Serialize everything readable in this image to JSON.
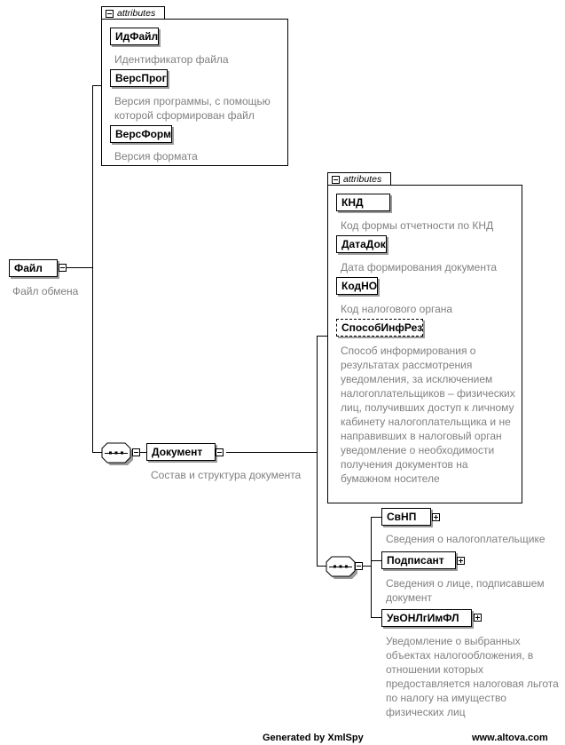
{
  "attrs_label": "attributes",
  "root": {
    "name": "Файл",
    "desc": "Файл обмена"
  },
  "root_attrs": [
    {
      "name": "ИдФайл",
      "desc": "Идентификатор файла"
    },
    {
      "name": "ВерсПрог",
      "desc": "Версия программы, с помощью которой сформирован файл"
    },
    {
      "name": "ВерсФорм",
      "desc": "Версия формата"
    }
  ],
  "document": {
    "name": "Документ",
    "desc": "Состав и структура документа"
  },
  "doc_attrs": [
    {
      "name": "КНД",
      "desc": "Код формы отчетности по КНД"
    },
    {
      "name": "ДатаДок",
      "desc": "Дата формирования документа"
    },
    {
      "name": "КодНО",
      "desc": "Код налогового органа"
    },
    {
      "name": "СпособИнфРез",
      "desc": "Способ информирования о результатах рассмотрения уведомления, за исключением налогоплательщиков – физических лиц, получивших доступ к личному кабинету налогоплательщика и не направивших в налоговый орган уведомление о необходимости получения документов на бумажном носителе"
    }
  ],
  "children": [
    {
      "name": "СвНП",
      "desc": "Сведения о налогоплательщике"
    },
    {
      "name": "Подписант",
      "desc": "Сведения о лице, подписавшем документ"
    },
    {
      "name": "УвОНЛгИмФЛ",
      "desc": "Уведомление о выбранных объектах налогообложения, в отношении которых предоставляется налоговая льгота по налогу на имущество физических лиц"
    }
  ],
  "footer": {
    "left": "Generated by XmlSpy",
    "right": "www.altova.com"
  }
}
